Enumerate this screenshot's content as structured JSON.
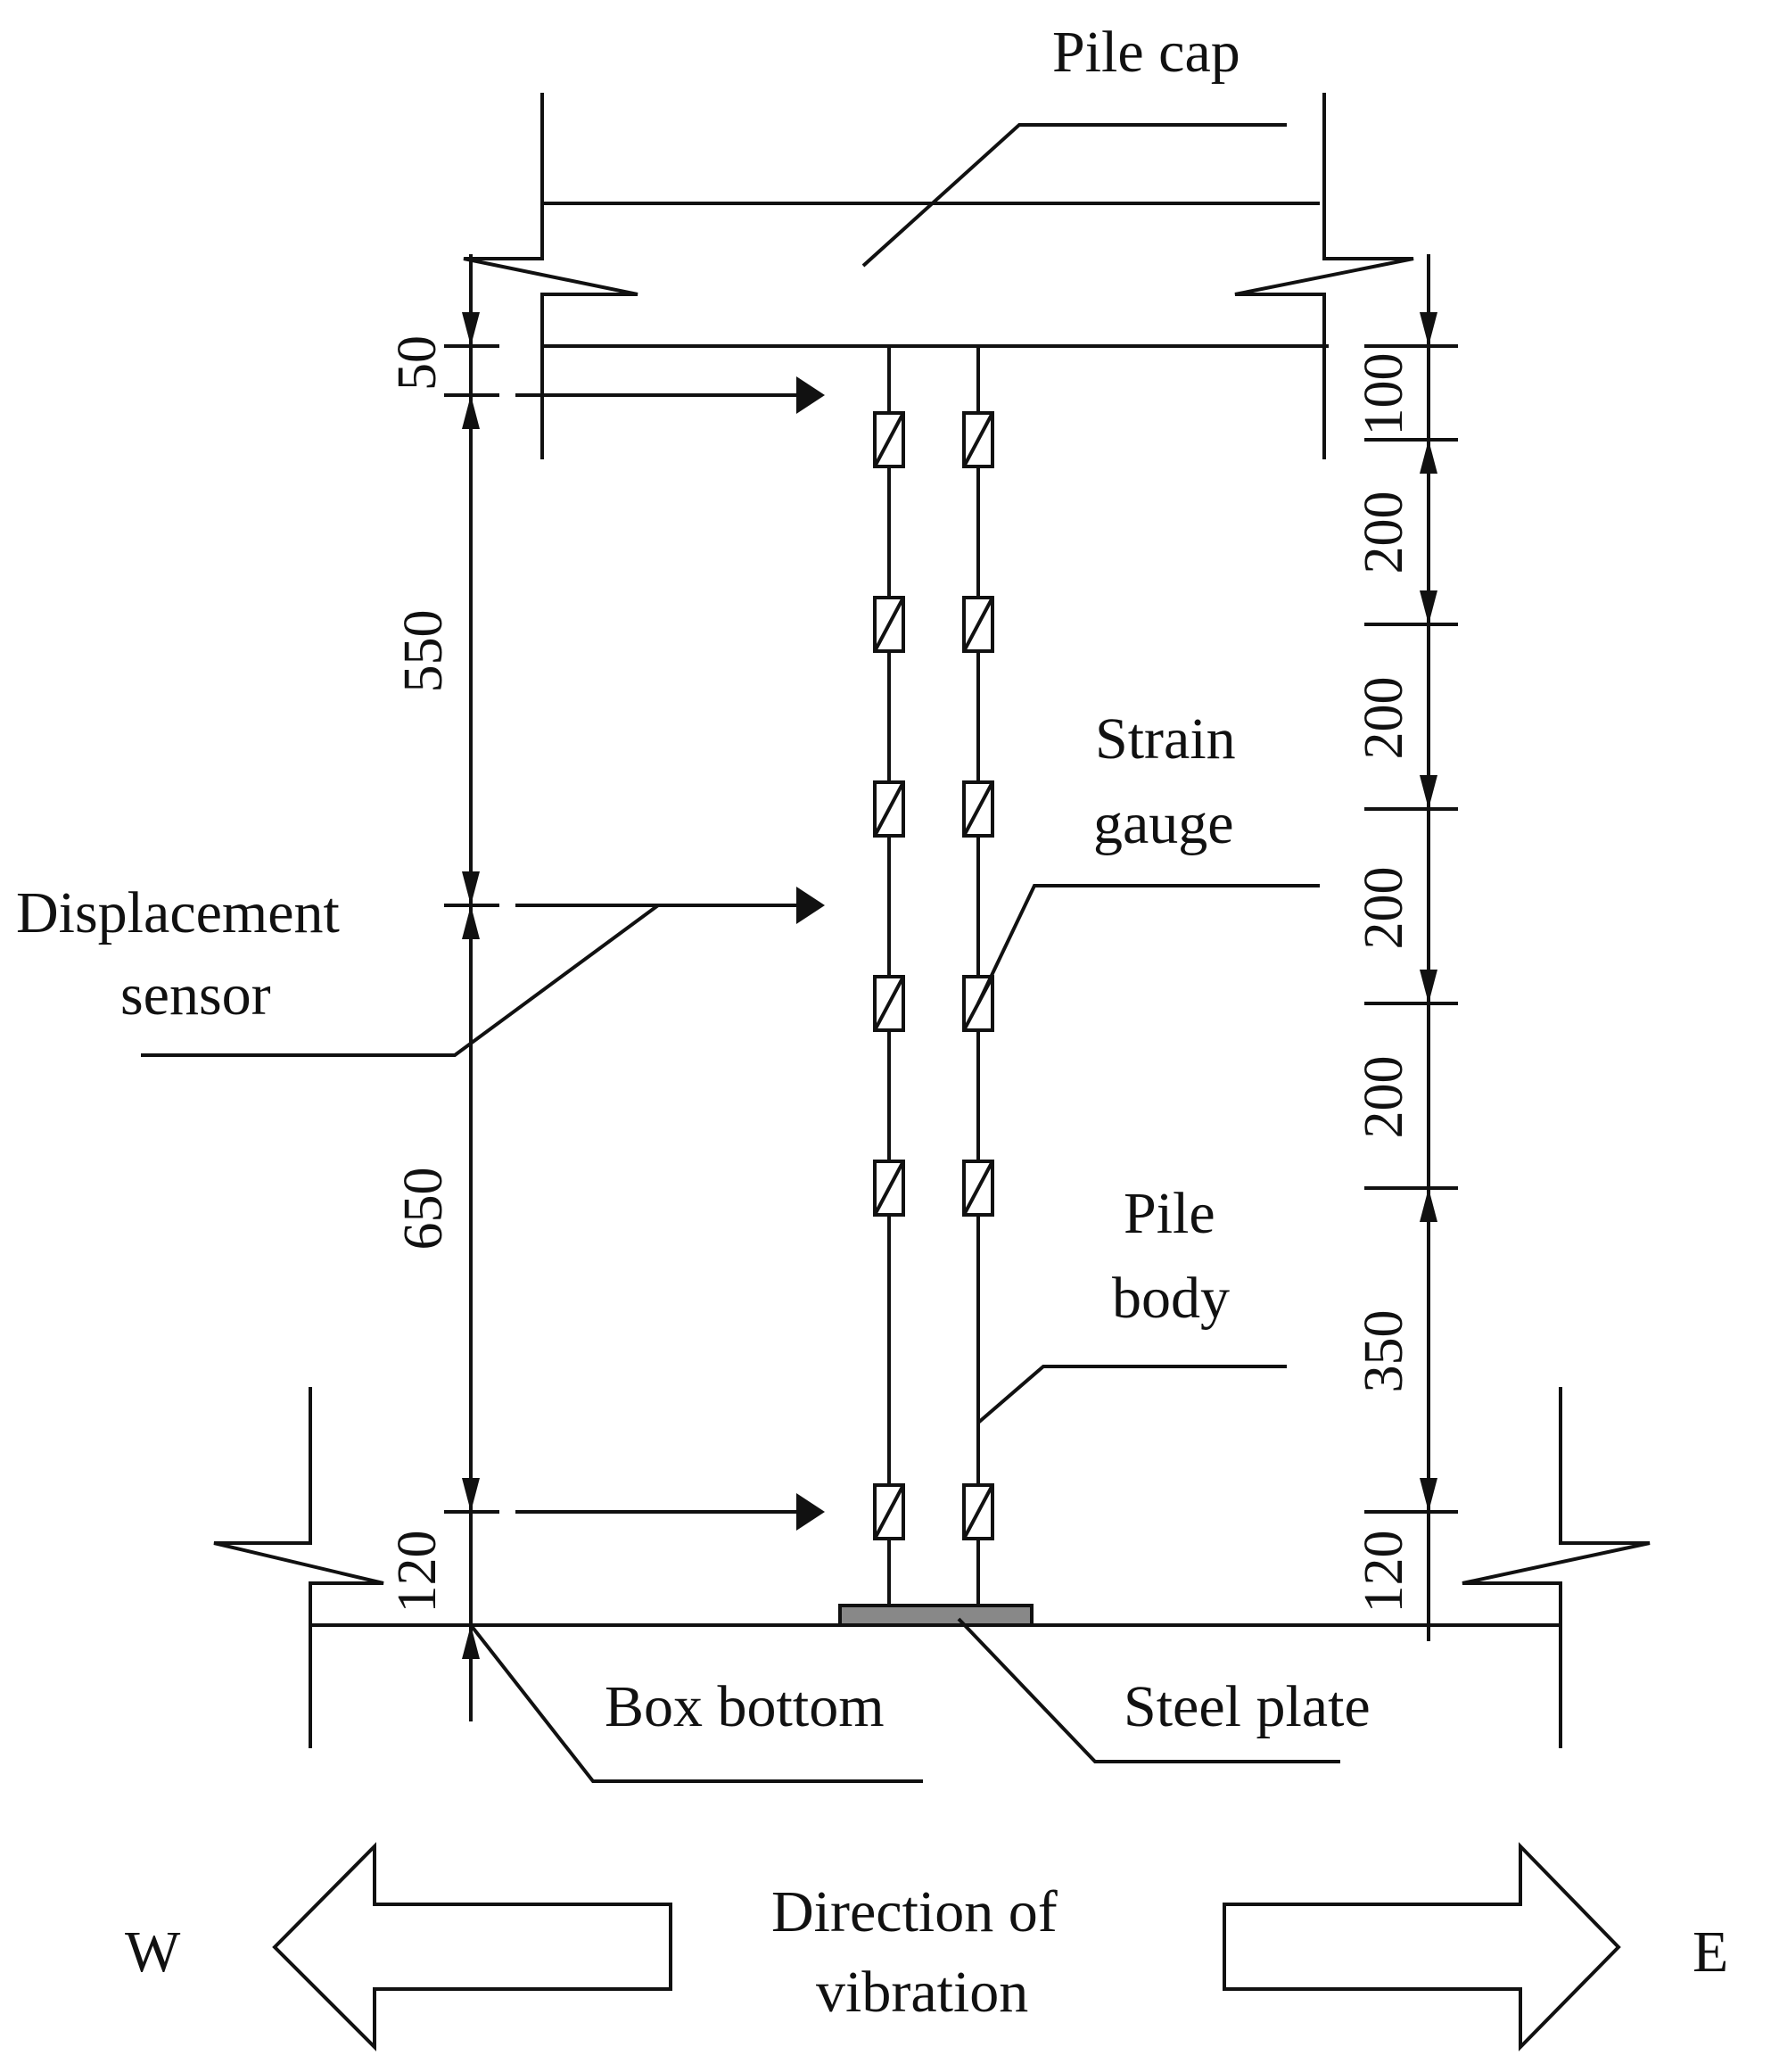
{
  "labels": {
    "pile_cap": "Pile cap",
    "strain_gauge_1": "Strain",
    "strain_gauge_2": "gauge",
    "displacement_sensor_1": "Displacement",
    "displacement_sensor_2": "sensor",
    "pile_body_1": "Pile",
    "pile_body_2": "body",
    "box_bottom": "Box bottom",
    "steel_plate": "Steel plate",
    "direction_1": "Direction of",
    "direction_2": "vibration",
    "west": "W",
    "east": "E"
  },
  "left_dimensions": [
    "50",
    "550",
    "650",
    "120"
  ],
  "right_dimensions": [
    "100",
    "200",
    "200",
    "200",
    "200",
    "350",
    "120"
  ]
}
